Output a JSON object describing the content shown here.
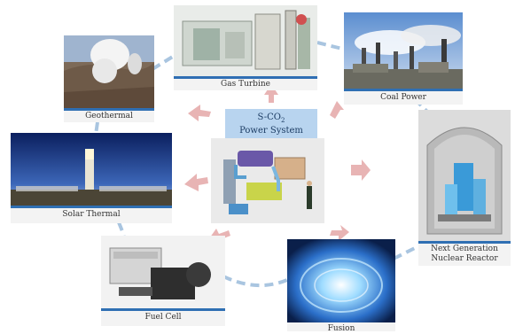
{
  "center": {
    "title_line1": "S-CO",
    "title_sub": "2",
    "title_line2": "Power System"
  },
  "nodes": {
    "gas_turbine": {
      "label": "Gas Turbine"
    },
    "coal_power": {
      "label": "Coal Power"
    },
    "geothermal": {
      "label": "Geothermal"
    },
    "solar_thermal": {
      "label": "Solar Thermal"
    },
    "next_gen_nuclear": {
      "label_line1": "Next Generation",
      "label_line2": "Nuclear Reactor"
    },
    "fuel_cell": {
      "label": "Fuel Cell"
    },
    "fusion": {
      "label": "Fusion"
    }
  },
  "colors": {
    "accent_bar": "#2f6fb3",
    "arrow": "#e8b4b4",
    "connector": "#a9c5e0",
    "title_bg": "#b8d4ef"
  }
}
